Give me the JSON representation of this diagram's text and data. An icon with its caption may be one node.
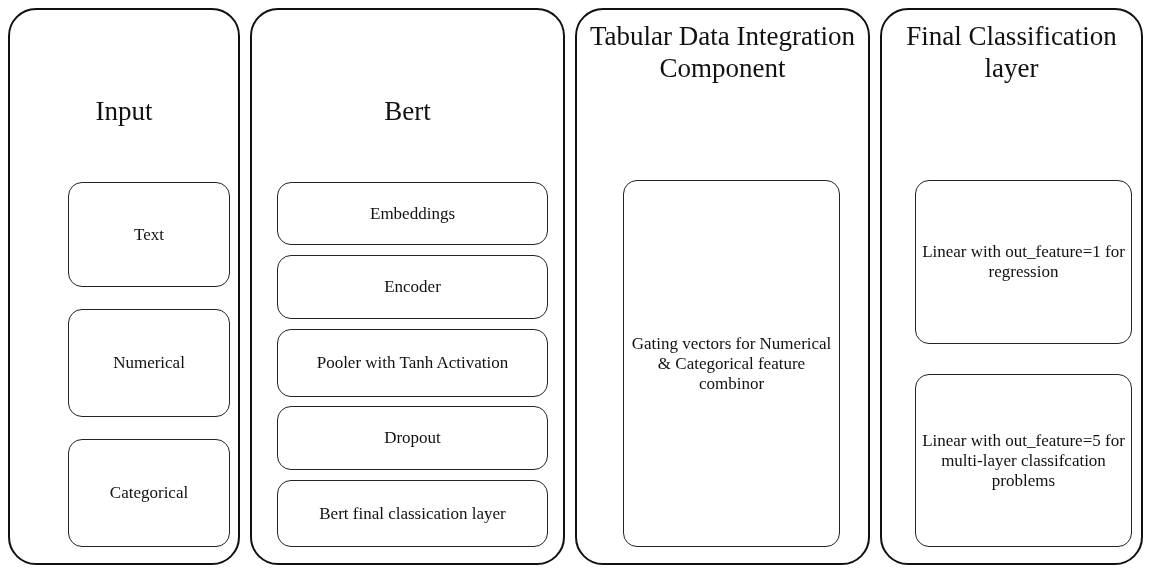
{
  "diagram": {
    "nodes": [
      {
        "text": [
          "Input"
        ]
      },
      {
        "text": [
          "Text"
        ],
        "in": 0
      },
      {
        "text": [
          "Numerical"
        ],
        "in": 0
      },
      {
        "text": [
          "Categorical"
        ],
        "in": 0
      },
      {
        "text": [
          "Bert"
        ]
      },
      {
        "text": [
          "Embeddings"
        ],
        "in": 4
      },
      {
        "text": [
          "Encoder"
        ],
        "in": 4
      },
      {
        "text": [
          "Pooler with Tanh Activation"
        ],
        "in": 4
      },
      {
        "text": [
          "Dropout"
        ],
        "in": 4
      },
      {
        "text": [
          "Bert final classication layer"
        ],
        "in": 4
      },
      {
        "text": [
          "Tabular Data Integration Component"
        ]
      },
      {
        "text": [
          "Gating vectors for Numerical & Categorical feature combinor"
        ],
        "in": 10
      },
      {
        "text": [
          "Final Classification layer"
        ]
      },
      {
        "text": [
          "Linear with out_feature=1 for regression"
        ],
        "in": 12
      },
      {
        "text": [
          "Linear with out_feature=5 for multi-layer classifcation problems"
        ],
        "in": 12
      }
    ]
  }
}
